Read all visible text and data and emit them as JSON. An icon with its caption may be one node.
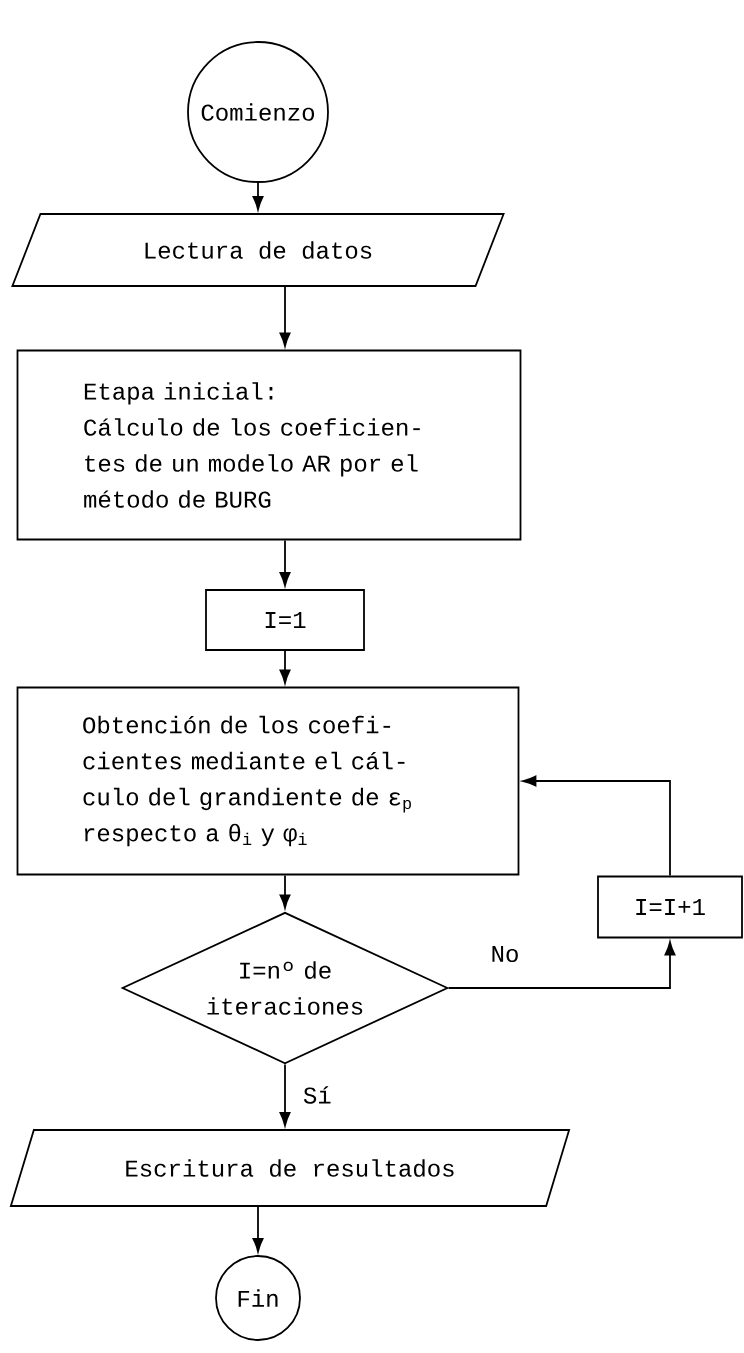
{
  "diagram": {
    "nodes": [
      {
        "text": [
          "Comienzo"
        ]
      },
      {
        "text": [
          "Lectura de datos"
        ]
      },
      {
        "text": [
          "Etapa inicial:",
          "Cálculo de los coeficien- tes de un modelo AR por el método de BURG"
        ]
      },
      {
        "text": [
          "I=1"
        ]
      },
      {
        "text": [
          "Obtención de los coefi- cientes mediante el cál- culo del grandiente de ε$_{p}$ respecto a θ$_{i}$ y φ$_{i}$"
        ]
      },
      {
        "text": [
          "I=nº de iteraciones"
        ]
      },
      {
        "text": [
          "I=I+1"
        ]
      },
      {
        "text": [
          "Escritura de resultados"
        ]
      },
      {
        "text": [
          "Fin"
        ]
      }
    ],
    "edges": [
      {
        "from": 0,
        "to": 1,
        "arrow": "to"
      },
      {
        "from": 1,
        "to": 2,
        "arrow": "to"
      },
      {
        "from": 2,
        "to": 3,
        "arrow": "to"
      },
      {
        "from": 3,
        "to": 4,
        "arrow": "to"
      },
      {
        "from": 4,
        "to": 5,
        "arrow": "to"
      },
      {
        "from": 5,
        "to": 6,
        "arrow": "to",
        "label": "No"
      },
      {
        "from": 6,
        "to": 4,
        "arrow": "to"
      },
      {
        "from": 5,
        "to": 7,
        "arrow": "to",
        "label": "Sí"
      },
      {
        "from": 7,
        "to": 8,
        "arrow": "to"
      }
    ]
  }
}
